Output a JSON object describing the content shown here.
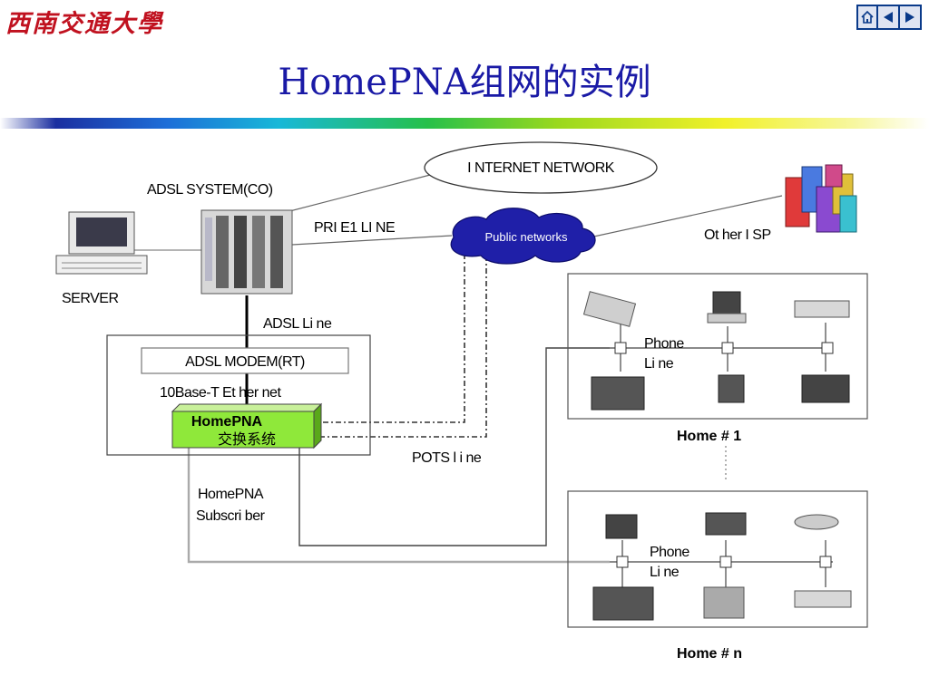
{
  "header": {
    "logo_text": "西南交通大學",
    "title": "HomePNA组网的实例",
    "nav_icons": [
      "home-icon",
      "prev-arrow-icon",
      "next-arrow-icon"
    ]
  },
  "diagram": {
    "internet_network": "I NTERNET NETWORK",
    "adsl_system": "ADSL SYSTEM(CO)",
    "server": "SERVER",
    "pri_e1_line": "PRI E1 LI NE",
    "public_networks": "Public networks",
    "other_isp": "Ot her I SP",
    "adsl_line": "ADSL Li ne",
    "adsl_modem": "ADSL MODEM(RT)",
    "ethernet": "10Base-T Et her net",
    "homepna_switch_line1": "HomePNA",
    "homepna_switch_line2": "交换系统",
    "pots_line": "POTS l i ne",
    "homepna_subscriber_line1": "HomePNA",
    "homepna_subscriber_line2": "Subscri ber",
    "phone_line_1a": "Phone",
    "phone_line_1b": "Li ne",
    "home_1": "Home # 1",
    "phone_line_na": "Phone",
    "phone_line_nb": "Li ne",
    "home_n": "Home # n"
  },
  "colors": {
    "logo": "#c0111f",
    "title": "#1a1aa6",
    "homepna_box": "#8fe83a",
    "cloud": "#1f1fa8"
  }
}
